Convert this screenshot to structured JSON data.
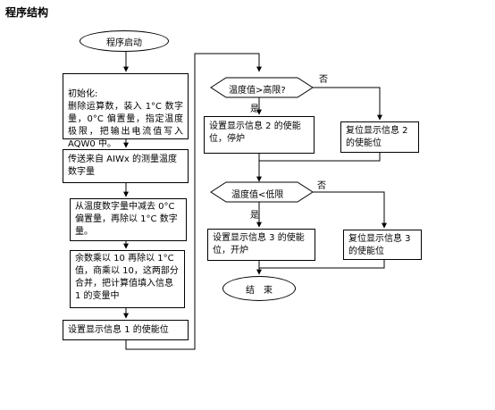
{
  "title": "程序结构",
  "start_label": "程序启动",
  "end_label": "结　束",
  "left_steps": [
    "初始化:\n删除运算数，装入 1°C 数字量，0°C 偏置量，指定温度极限，把输出电流值写入 AQW0 中。",
    "传送来自 AIWx 的测量温度数字量",
    "从温度数字量中减去 0°C 偏置量，再除以 1°C 数字量。",
    "余数乘以 10 再除以 1°C 值，商乘以 10，这两部分合并，把计算值填入信息 1 的变量中",
    "设置显示信息 1 的使能位"
  ],
  "decision_high": "温度值>高限?",
  "decision_low": "温度值<低限",
  "yes_label": "是",
  "no_label": "否",
  "high_yes": "设置显示信息 2 的使能位，停炉",
  "high_no": "复位显示信息 2 的使能位",
  "low_yes": "设置显示信息 3 的使能位，开炉",
  "low_no": "复位显示信息 3 的使能位"
}
